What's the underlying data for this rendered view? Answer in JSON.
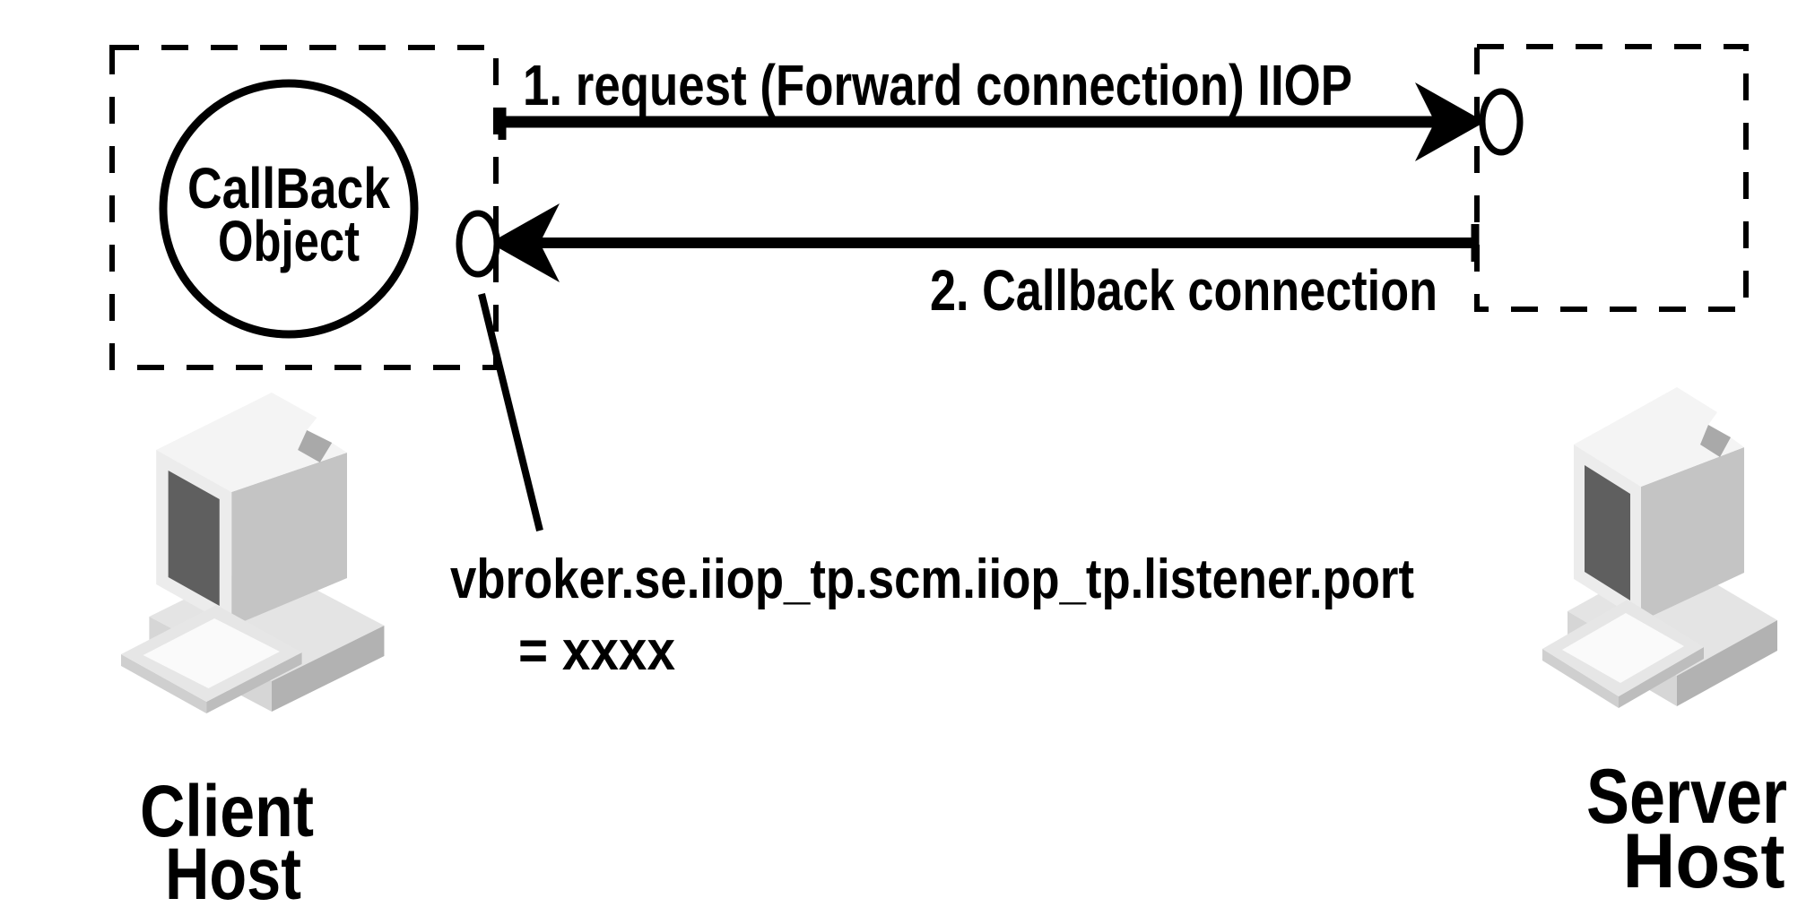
{
  "diagram": {
    "title_semantic": "IIOP callback connection diagram",
    "callback_object": {
      "line1": "CallBack",
      "line2": "Object"
    },
    "arrows": {
      "forward_label": "1. request (Forward connection) IIOP",
      "callback_label": "2. Callback connection"
    },
    "config": {
      "property": "vbroker.se.iiop_tp.scm.iiop_tp.listener.port",
      "value": "=  xxxx"
    },
    "client_host": {
      "line1": "Client",
      "line2": "Host"
    },
    "server_host": {
      "line1": "Server",
      "line2": "Host"
    },
    "colors": {
      "line": "#000000",
      "background": "#ffffff",
      "screen": "#5f5f5f",
      "icon_lightest": "#f4f4f4",
      "icon_light": "#ececec",
      "icon_mid": "#d8d8d8",
      "icon_side": "#c4c4c4",
      "icon_dark": "#b2b2b2"
    }
  }
}
